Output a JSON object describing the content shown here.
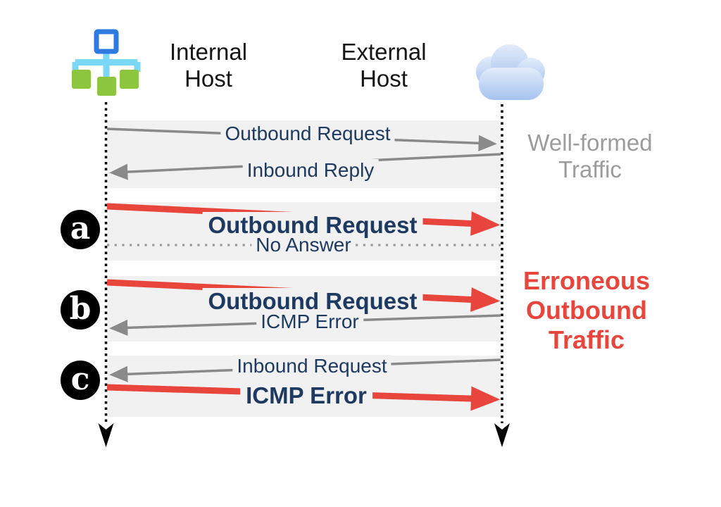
{
  "colors": {
    "navy": "#1e3a61",
    "red": "#e8463c",
    "gray_line": "#8a8a8a",
    "gray_text": "#9c9c9c",
    "band_bg": "#f1f1f2",
    "black": "#000000"
  },
  "header": {
    "internal_host": {
      "line1": "Internal",
      "line2": "Host"
    },
    "external_host": {
      "line1": "External",
      "line2": "Host"
    },
    "internal_icon": "network-tree-icon",
    "external_icon": "cloud-icon"
  },
  "annotations": {
    "well_formed": {
      "line1": "Well-formed",
      "line2": "Traffic"
    },
    "erroneous": {
      "line1": "Erroneous",
      "line2": "Outbound",
      "line3": "Traffic"
    }
  },
  "sections": {
    "well_formed": {
      "outbound_request": "Outbound Request",
      "inbound_reply": "Inbound Reply"
    },
    "a": {
      "badge": "a",
      "outbound_request": "Outbound Request",
      "no_answer": "No Answer"
    },
    "b": {
      "badge": "b",
      "outbound_request": "Outbound Request",
      "icmp_error": "ICMP Error"
    },
    "c": {
      "badge": "c",
      "inbound_request": "Inbound Request",
      "icmp_error": "ICMP Error"
    }
  }
}
